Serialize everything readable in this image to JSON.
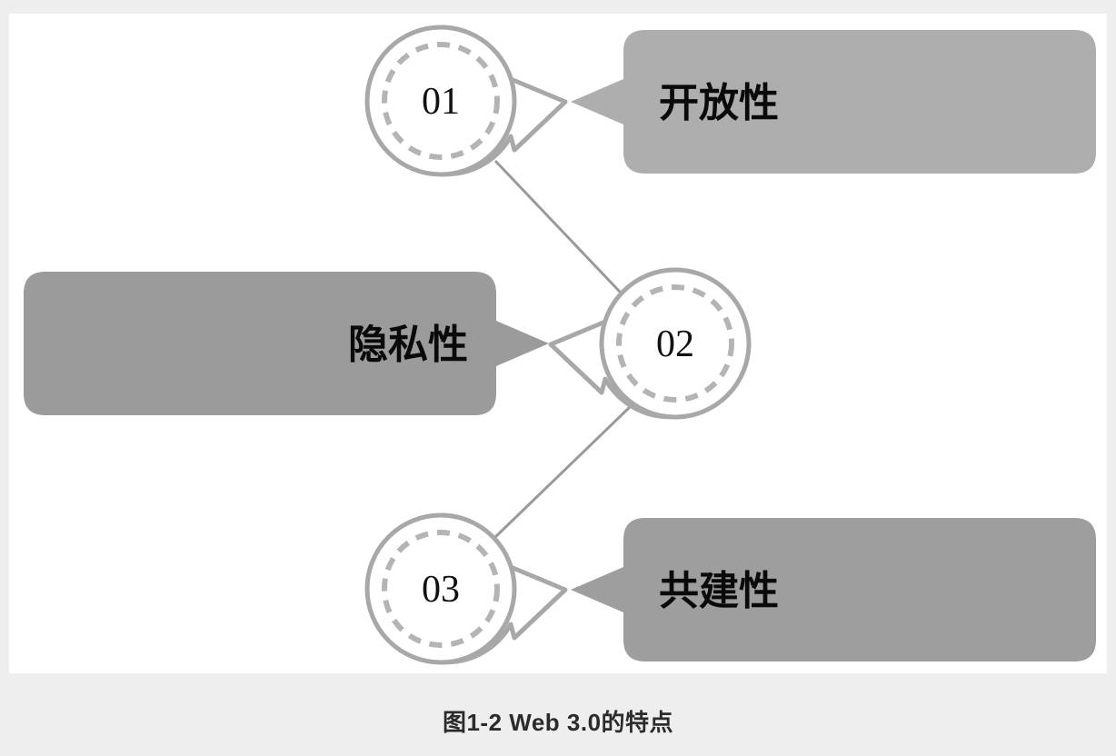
{
  "figure": {
    "caption": "图1-2 Web 3.0的特点",
    "panel_background": "#ffffff",
    "page_background": "#eeeeee"
  },
  "colors": {
    "circle_stroke": "#a8a8a8",
    "circle_dashed_ring": "#b4b4b4",
    "circle_fill": "#ffffff",
    "connector_line": "#9a9a9a",
    "box_fill_light": "#aeaeae",
    "box_fill_dark": "#9b9b9b",
    "number_text": "#111111",
    "label_text": "#0a0a0a",
    "caption_text": "#2b2b2b"
  },
  "items": [
    {
      "number": "01",
      "label": "开放性",
      "side": "right",
      "box_fill": "#aeaeae"
    },
    {
      "number": "02",
      "label": "隐私性",
      "side": "left",
      "box_fill": "#9b9b9b"
    },
    {
      "number": "03",
      "label": "共建性",
      "side": "right",
      "box_fill": "#9e9e9e"
    }
  ],
  "connectors": [
    {
      "from": "01",
      "to": "02"
    },
    {
      "from": "02",
      "to": "03"
    }
  ]
}
